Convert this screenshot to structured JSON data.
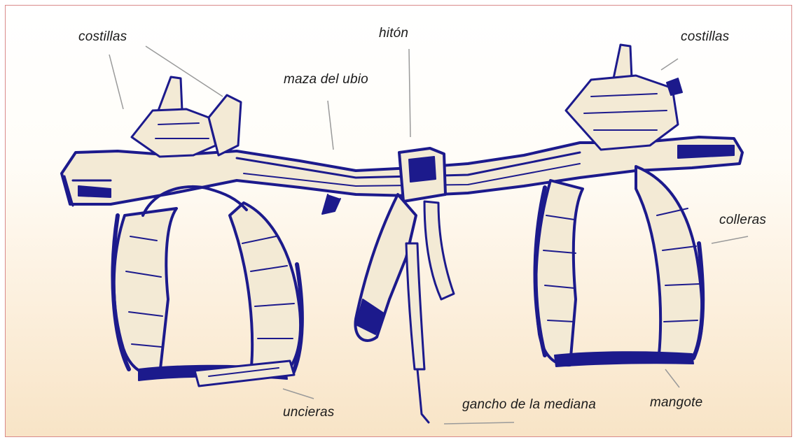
{
  "labels": {
    "costillas_left": "costillas",
    "costillas_right": "costillas",
    "hiton": "hitón",
    "maza_del_ubio": "maza del ubio",
    "colleras": "colleras",
    "mangote": "mangote",
    "uncieras": "uncieras",
    "gancho_de_la_mediana": "gancho de la mediana"
  },
  "colors": {
    "ink": "#1c1a8c",
    "fill": "#f3ead5",
    "leader": "#9a9a9a",
    "border": "#d98a8a"
  }
}
